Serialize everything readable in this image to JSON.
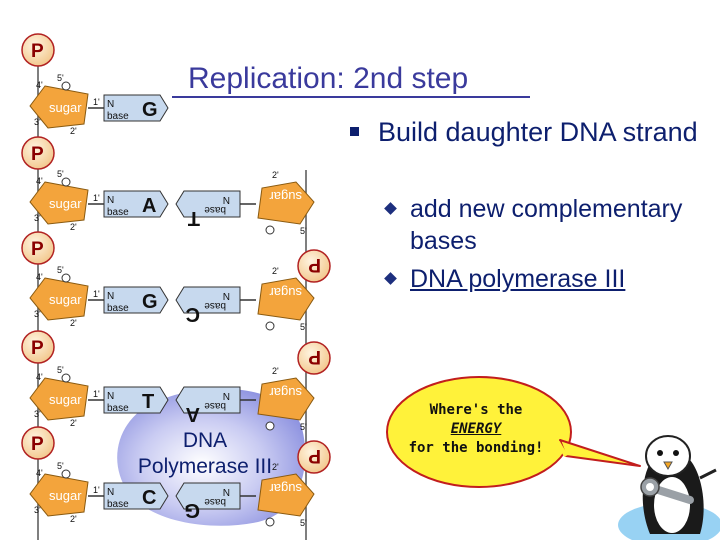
{
  "slide": {
    "title": "Replication: 2nd step",
    "bullet": "Build daughter DNA strand",
    "sub_bullets": [
      "add new complementary bases",
      "DNA polymerase III"
    ],
    "enzyme_label_line1": "DNA",
    "enzyme_label_line2": "Polymerase III",
    "speech_bubble": {
      "line1": "Where's the",
      "line2": "ENERGY",
      "line3": "for the bonding!"
    }
  },
  "diagram": {
    "phosphate_label": "P",
    "sugar_label": "sugar",
    "n_label": "N",
    "base_label": "base",
    "prime_labels": [
      "5'",
      "4'",
      "3'",
      "2'",
      "1'"
    ],
    "template_bases": [
      "G",
      "A",
      "G",
      "T",
      "C"
    ],
    "paired_bases": [
      "T",
      "C",
      "A",
      "G"
    ]
  },
  "colors": {
    "title": "#3a3a9c",
    "text": "#0d1f6e",
    "phosphate": "#f7d9a8",
    "phosphate_border": "#b22222",
    "sugar": "#f3a43c",
    "base_tag": "#c7d9ee",
    "polymerase": "#9fa3e8",
    "bubble": "#fff23a",
    "bubble_border": "#c21d1d"
  },
  "icons": [
    "penguin-mascot-icon",
    "wrench-icon"
  ]
}
